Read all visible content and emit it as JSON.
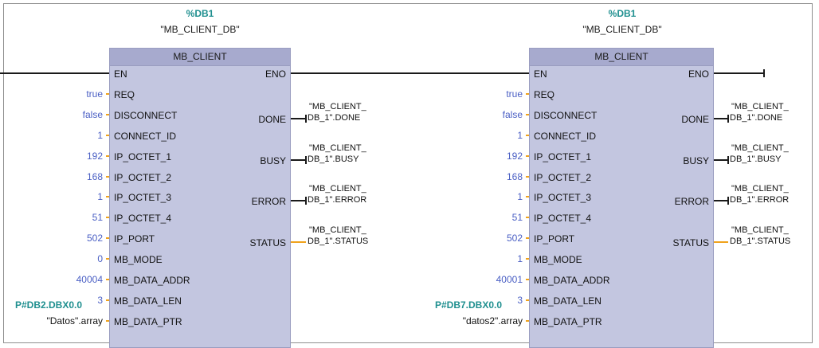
{
  "blocks": [
    {
      "db_id": "%DB1",
      "db_name": "\"MB_CLIENT_DB\"",
      "title": "MB_CLIENT",
      "inputs": [
        {
          "pin": "EN",
          "value": ""
        },
        {
          "pin": "REQ",
          "value": "true"
        },
        {
          "pin": "DISCONNECT",
          "value": "false"
        },
        {
          "pin": "CONNECT_ID",
          "value": "1"
        },
        {
          "pin": "IP_OCTET_1",
          "value": "192"
        },
        {
          "pin": "IP_OCTET_2",
          "value": "168"
        },
        {
          "pin": "IP_OCTET_3",
          "value": "1"
        },
        {
          "pin": "IP_OCTET_4",
          "value": "51"
        },
        {
          "pin": "IP_PORT",
          "value": "502"
        },
        {
          "pin": "MB_MODE",
          "value": "0"
        },
        {
          "pin": "MB_DATA_ADDR",
          "value": "40004"
        },
        {
          "pin": "MB_DATA_LEN",
          "value": "3"
        },
        {
          "pin": "MB_DATA_PTR",
          "value": "\"Datos\".array"
        }
      ],
      "ptr_addr": "P#DB2.DBX0.0",
      "outputs": [
        {
          "pin": "ENO",
          "line1": "",
          "line2": ""
        },
        {
          "pin": "DONE",
          "line1": "\"MB_CLIENT_",
          "line2": "DB_1\".DONE"
        },
        {
          "pin": "BUSY",
          "line1": "\"MB_CLIENT_",
          "line2": "DB_1\".BUSY"
        },
        {
          "pin": "ERROR",
          "line1": "\"MB_CLIENT_",
          "line2": "DB_1\".ERROR"
        },
        {
          "pin": "STATUS",
          "line1": "\"MB_CLIENT_",
          "line2": "DB_1\".STATUS"
        }
      ]
    },
    {
      "db_id": "%DB1",
      "db_name": "\"MB_CLIENT_DB\"",
      "title": "MB_CLIENT",
      "inputs": [
        {
          "pin": "EN",
          "value": ""
        },
        {
          "pin": "REQ",
          "value": "true"
        },
        {
          "pin": "DISCONNECT",
          "value": "false"
        },
        {
          "pin": "CONNECT_ID",
          "value": "1"
        },
        {
          "pin": "IP_OCTET_1",
          "value": "192"
        },
        {
          "pin": "IP_OCTET_2",
          "value": "168"
        },
        {
          "pin": "IP_OCTET_3",
          "value": "1"
        },
        {
          "pin": "IP_OCTET_4",
          "value": "51"
        },
        {
          "pin": "IP_PORT",
          "value": "502"
        },
        {
          "pin": "MB_MODE",
          "value": "1"
        },
        {
          "pin": "MB_DATA_ADDR",
          "value": "40001"
        },
        {
          "pin": "MB_DATA_LEN",
          "value": "3"
        },
        {
          "pin": "MB_DATA_PTR",
          "value": "\"datos2\".array"
        }
      ],
      "ptr_addr": "P#DB7.DBX0.0",
      "outputs": [
        {
          "pin": "ENO",
          "line1": "",
          "line2": ""
        },
        {
          "pin": "DONE",
          "line1": "\"MB_CLIENT_",
          "line2": "DB_1\".DONE"
        },
        {
          "pin": "BUSY",
          "line1": "\"MB_CLIENT_",
          "line2": "DB_1\".BUSY"
        },
        {
          "pin": "ERROR",
          "line1": "\"MB_CLIENT_",
          "line2": "DB_1\".ERROR"
        },
        {
          "pin": "STATUS",
          "line1": "\"MB_CLIENT_",
          "line2": "DB_1\".STATUS"
        }
      ]
    }
  ],
  "colors": {
    "block_body": "#c3c6e0",
    "block_header": "#a7aace",
    "db_label": "#1f8f8f",
    "input_value": "#4a5fc4",
    "input_wire": "#f0a21c",
    "power_rail": "#1a1a1a"
  }
}
